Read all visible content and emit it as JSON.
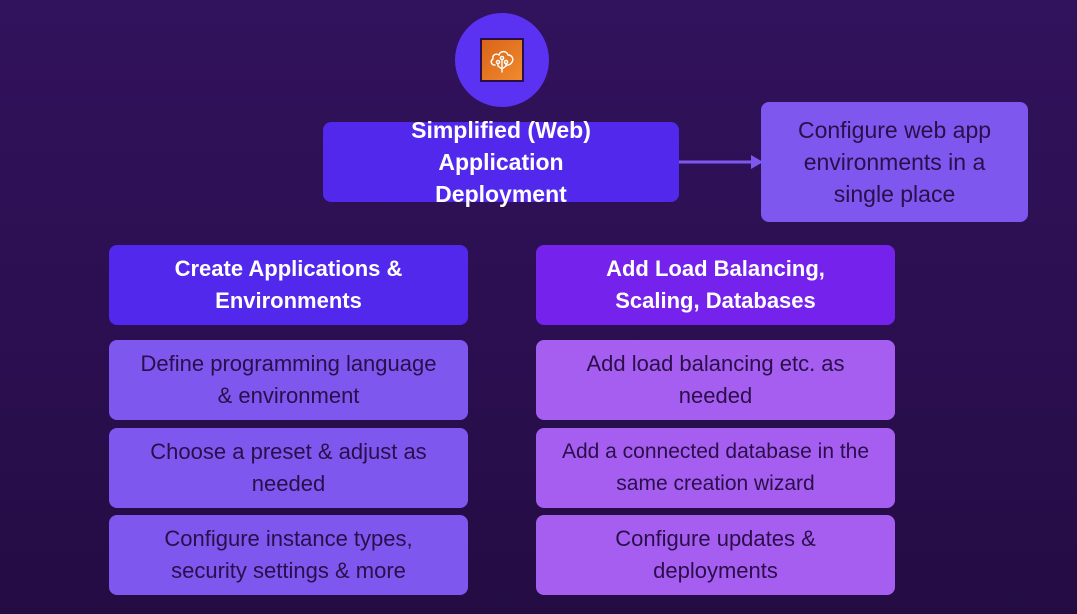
{
  "logo": {
    "icon": "aws-elastic-beanstalk-icon",
    "circle_color": "#5b32f2",
    "square_color": "#e8792a"
  },
  "main": {
    "title": "Simplified (Web) Application Deployment"
  },
  "side_note": {
    "text": "Configure web app environments in a single place"
  },
  "columns": [
    {
      "heading": "Create Applications & Environments",
      "items": [
        "Define programming language & environment",
        "Choose a preset & adjust as needed",
        "Configure instance types, security settings & more"
      ]
    },
    {
      "heading": "Add Load Balancing, Scaling, Databases",
      "items": [
        "Add load balancing etc. as needed",
        "Add a connected database in the same creation wizard",
        "Configure updates & deployments"
      ]
    }
  ],
  "colors": {
    "background": "#2c0f52",
    "primary": "#5128ec",
    "secondary": "#7522ec",
    "item_left": "#7e57ee",
    "item_right": "#a55ef0"
  }
}
